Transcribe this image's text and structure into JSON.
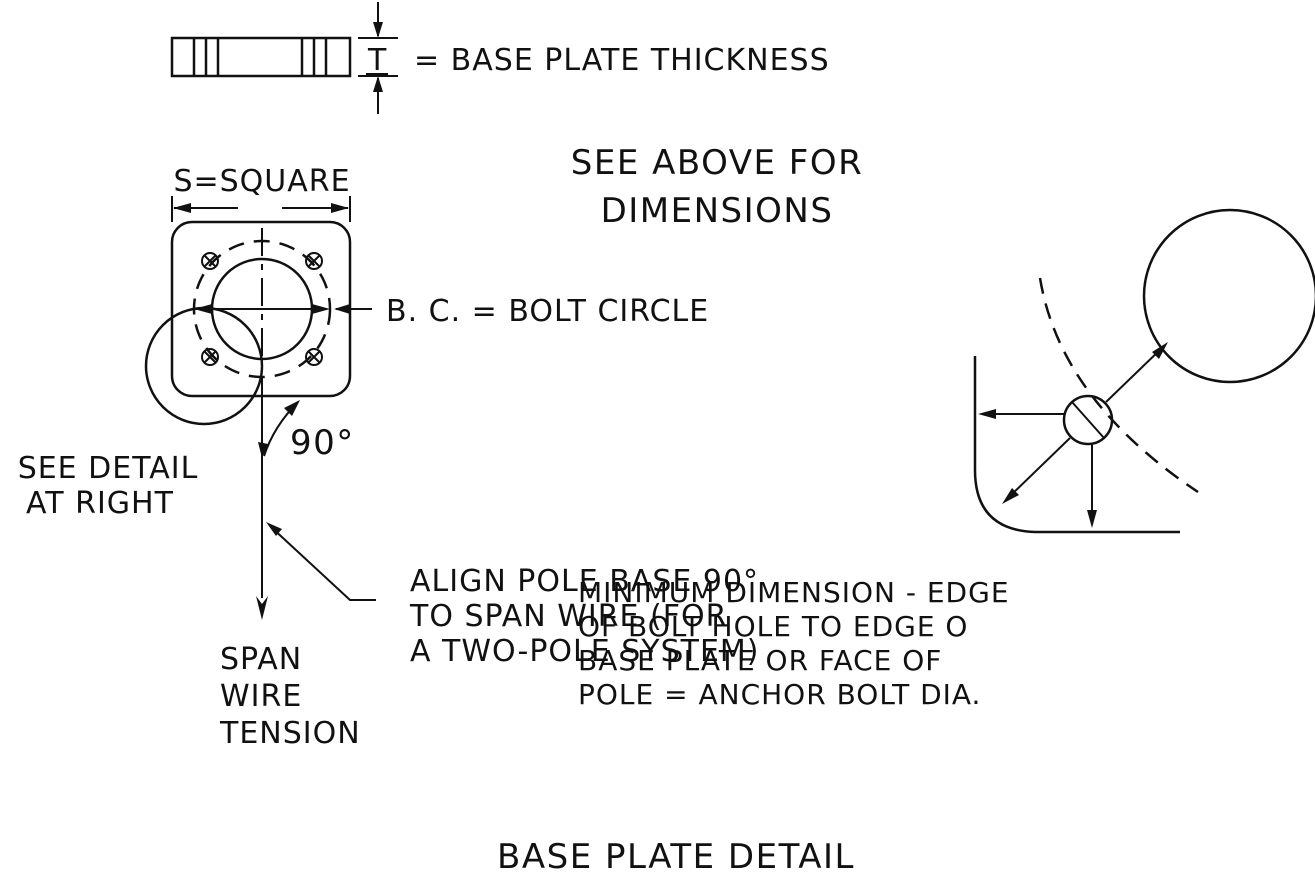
{
  "thickness_label": "= BASE PLATE THICKNESS",
  "thickness_symbol": "T",
  "see_above": [
    "SEE ABOVE FOR",
    "DIMENSIONS"
  ],
  "square_label": "S=SQUARE",
  "bolt_circle_label": "B. C. = BOLT CIRCLE",
  "angle_label": "90°",
  "see_detail": [
    "SEE DETAIL",
    "AT RIGHT"
  ],
  "align_note": [
    "ALIGN POLE BASE 90°",
    "TO SPAN WIRE (FOR",
    "A TWO-POLE SYSTEM)"
  ],
  "span_tension": [
    "SPAN",
    "WIRE",
    "TENSION"
  ],
  "min_dimension_note": [
    "MINIMUM DIMENSION - EDGE",
    "OF BOLT HOLE TO EDGE O",
    "BASE PLATE OR FACE OF",
    "POLE = ANCHOR BOLT DIA."
  ],
  "title": "BASE PLATE DETAIL"
}
